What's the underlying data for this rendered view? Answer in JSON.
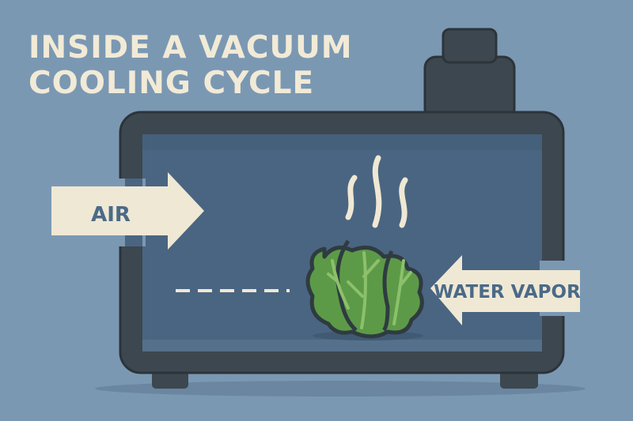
{
  "title": {
    "line1": "INSIDE A VACUUM",
    "line2": "COOLING CYCLE"
  },
  "labels": {
    "air": "AIR",
    "water_vapor": "WATER VAPOR"
  },
  "colors": {
    "background": "#7b98b3",
    "chamber": "#3d474f",
    "interior": "#4a6581",
    "cream": "#f1ead6",
    "lettuce": "#5c9a48",
    "label_text": "#4b6a88"
  }
}
